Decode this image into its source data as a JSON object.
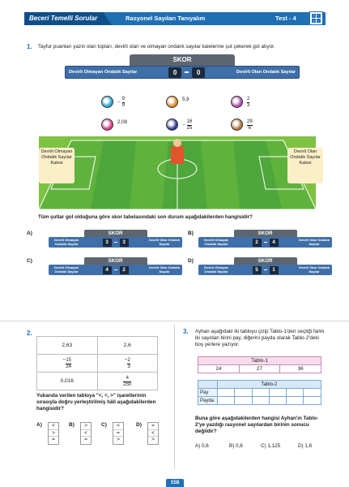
{
  "header": {
    "left": "Beceri Temelli Sorular",
    "title": "Rasyonel Sayıları Tanıyalım",
    "test": "Test - 4"
  },
  "q1": {
    "number": "1.",
    "text": "Tayfur puanları yazılı olan topları, devirli olan ve olmayan ondalık sayılar kalelerine şut çekerek gol atıyor.",
    "board_title": "SKOR",
    "left_label": "Devirli Olmayan Ondalık Sayılar",
    "right_label": "Devirli Olan Ondalık Sayılar",
    "score_left": "0",
    "score_right": "0",
    "balls": [
      {
        "num": "9",
        "den": "9",
        "sign": "−",
        "color": "#2aa6d9"
      },
      {
        "text": "5,9",
        "color": "#e08a2a"
      },
      {
        "num": "2",
        "den": "3",
        "sign": "",
        "color": "#b34fb0"
      },
      {
        "text": "2,08",
        "color": "#d93f8c"
      },
      {
        "num": "16",
        "den": "25",
        "sign": "−",
        "color": "#2c3e9a"
      },
      {
        "num": "29",
        "den": "6",
        "sign": "",
        "color": "#b5763e"
      }
    ],
    "left_goal": "Devirli Olmayan Ondalık Sayılar Kalesi",
    "right_goal": "Devirli Olan Ondalık Sayılar Kalesi",
    "question": "Tüm şutlar gol olduğuna göre skor tabelasındaki son durum aşağıdakilerden hangisidir?",
    "options": [
      {
        "label": "A)",
        "title": "SKOR",
        "left": "Devirli Olmayan Ondalık Sayılar",
        "a": "3",
        "b": "3",
        "right": "Devirli Olan Ondalık Sayılar"
      },
      {
        "label": "B)",
        "title": "SKOR",
        "left": "Devirli Olmayan Ondalık Sayılar",
        "a": "2",
        "b": "4",
        "right": "Devirli Olan Ondalık Sayılar"
      },
      {
        "label": "C)",
        "title": "SKOR",
        "left": "Devirli Olmayan Ondalık Sayılar",
        "a": "4",
        "b": "2",
        "right": "Devirli Olan Ondalık Sayılar"
      },
      {
        "label": "D)",
        "title": "SKOR",
        "left": "Devirli Olmayan Ondalık Sayılar",
        "a": "5",
        "b": "1",
        "right": "Devirli Olan Ondalık Sayılar"
      }
    ]
  },
  "q2": {
    "number": "2.",
    "cells": [
      [
        "2,63",
        "2,6"
      ],
      [
        "−15/24",
        "−2/3"
      ],
      [
        "0,016",
        "4/250"
      ]
    ],
    "text": "Yukarıda verilen tabloya \"<, =, >\" işaretlerinin sırasıyla doğru yerleştirilmiş hâli aşağıdakilerden hangisidir?",
    "options": [
      {
        "label": "A)",
        "signs": [
          "<",
          ">",
          "="
        ]
      },
      {
        "label": "B)",
        "signs": [
          ">",
          "<",
          "="
        ]
      },
      {
        "label": "C)",
        "signs": [
          "<",
          "=",
          ">"
        ]
      },
      {
        "label": "D)",
        "signs": [
          "=",
          "<",
          ">"
        ]
      }
    ]
  },
  "q3": {
    "number": "3.",
    "text": "Ayhan aşağıdaki iki tabloyu çizip Tablo-1'den seçtiği farklı iki sayıdan birini pay, diğerini payda olarak Tablo-2'deki boş yerlere yazıyor.",
    "t1_title": "Tablo-1",
    "t1_values": [
      "24",
      "27",
      "36"
    ],
    "t2_title": "Tablo-2",
    "t2_rows": [
      "Pay",
      "Payda"
    ],
    "question": "Buna göre aşağıdakilerden hangisi Ayhan'ın Tablo-2'ye yazdığı rasyonel sayılardan birinin sonucu değildir?",
    "options": [
      "A) 0,6",
      "B) 0,8",
      "C) 1,125",
      "D) 1,6"
    ]
  },
  "page_number": "158"
}
